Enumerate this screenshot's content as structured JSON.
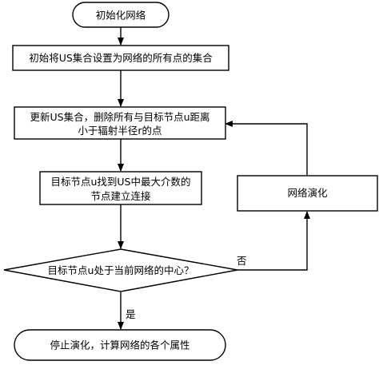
{
  "flowchart": {
    "start_label": "初始化网络",
    "step1_label": "初始将US集合设置为网络的所有点的集合",
    "step2_line1": "更新US集合，删除所有与目标节点u距离",
    "step2_line2": "小于辐射半径r的点",
    "step3_line1": "目标节点u找到US中最大介数的",
    "step3_line2": "节点建立连接",
    "decision_label": "目标节点u处于当前网络的中心？",
    "evolve_label": "网络演化",
    "no_label": "否",
    "yes_label": "是",
    "end_label": "停止演化，计算网络的各个属性"
  }
}
